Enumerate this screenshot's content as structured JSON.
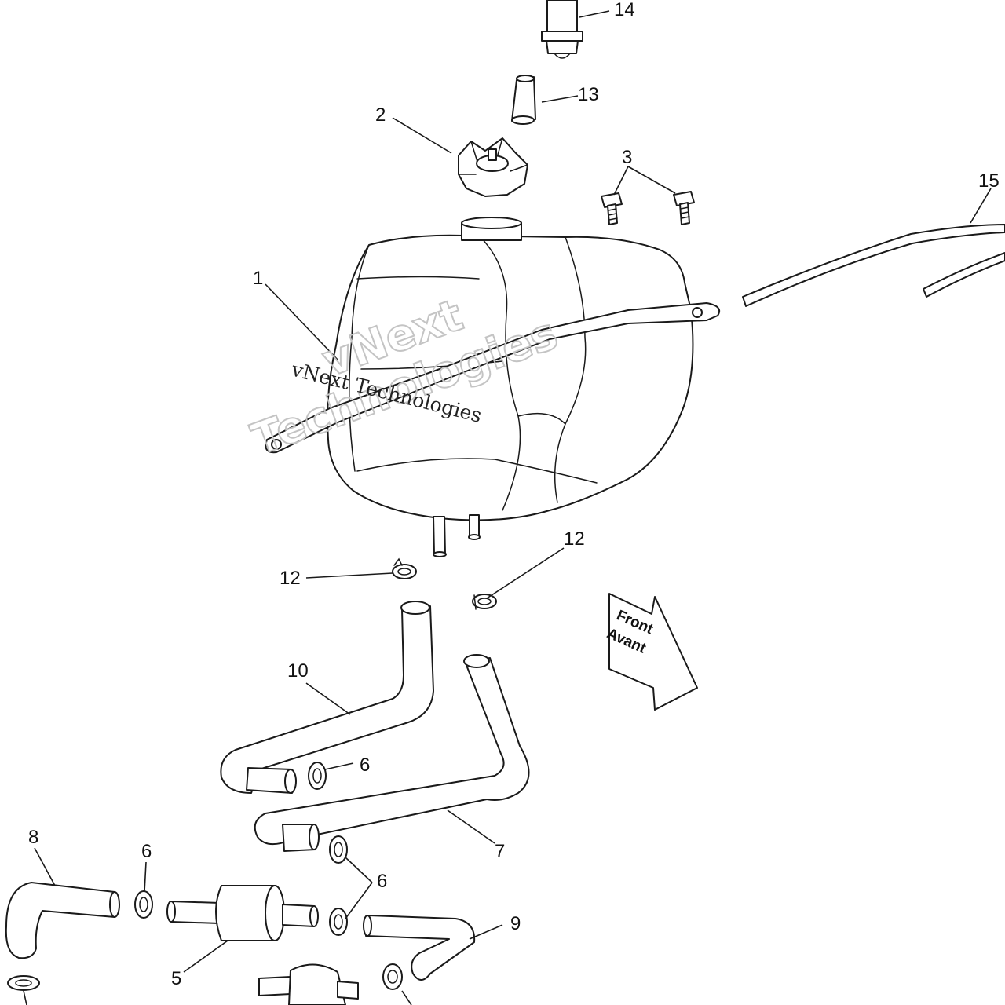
{
  "callouts": {
    "c1": "1",
    "c2": "2",
    "c3": "3",
    "c5": "5",
    "c6a": "6",
    "c6b": "6",
    "c6c": "6",
    "c7": "7",
    "c8": "8",
    "c9": "9",
    "c10": "10",
    "c12a": "12",
    "c12b": "12",
    "c13": "13",
    "c14": "14",
    "c15": "15"
  },
  "direction_arrow": {
    "line1": "Front",
    "line2": "Avant"
  },
  "watermark": {
    "text": "vNext Technologies",
    "outline_line1": "vNext",
    "outline_line2": "Technologies"
  }
}
